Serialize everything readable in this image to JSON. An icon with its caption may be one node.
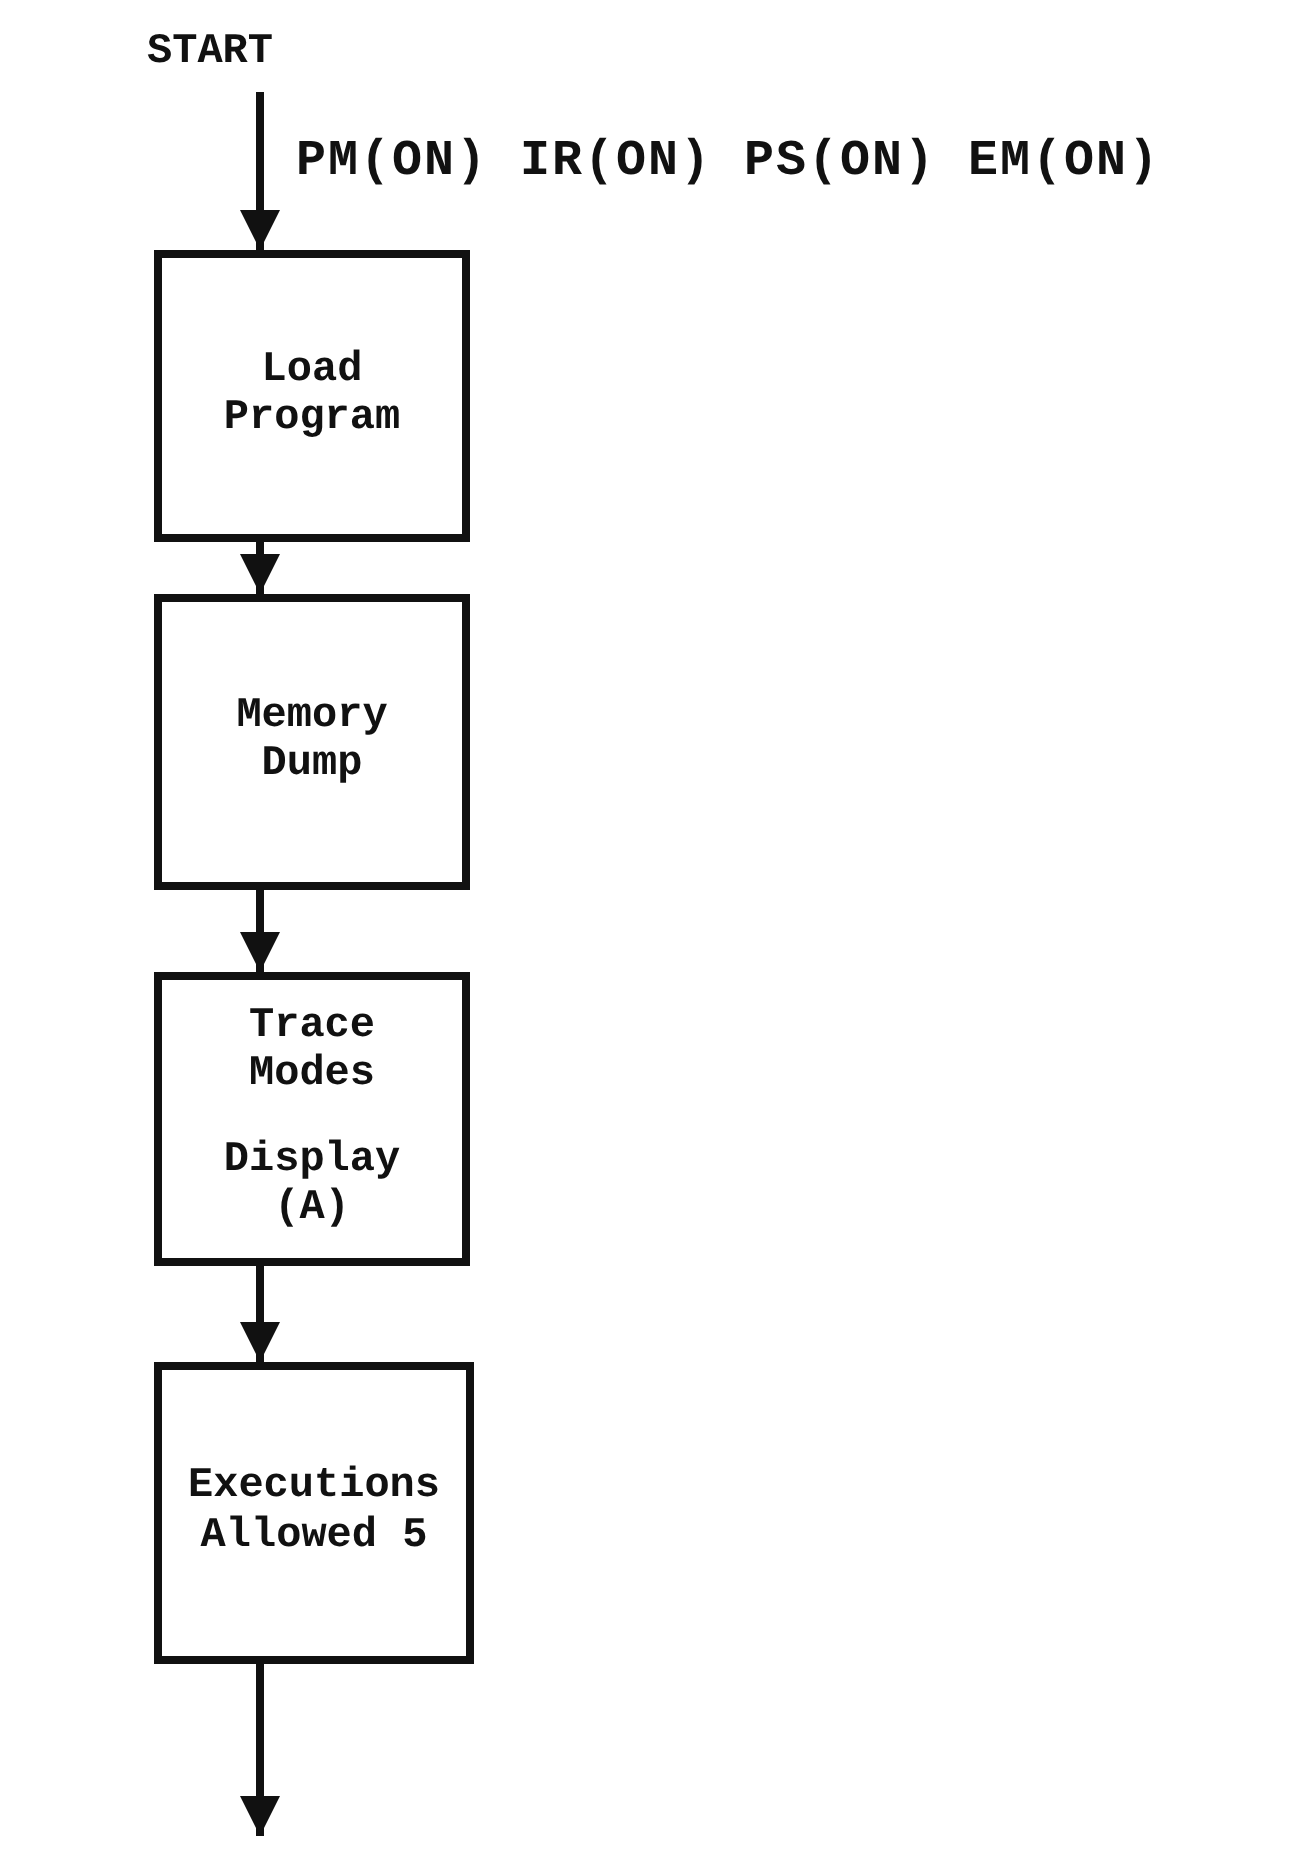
{
  "diagram": {
    "nodes": [
      {
        "text": [
          "START"
        ]
      },
      {
        "text": [
          "Load Program"
        ]
      },
      {
        "text": [
          "Memory Dump"
        ]
      },
      {
        "text": [
          "Trace Modes",
          "Display (A)"
        ]
      },
      {
        "text": [
          "Executions Allowed 5"
        ]
      }
    ],
    "edges": [
      {
        "from": 0,
        "to": 1,
        "arrow": "to",
        "label": "PM(ON) IR(ON) PS(ON) EM(ON)"
      },
      {
        "from": 1,
        "to": 2,
        "arrow": "to"
      },
      {
        "from": 2,
        "to": 3,
        "arrow": "to"
      },
      {
        "from": 3,
        "to": 4,
        "arrow": "to"
      },
      {
        "from": 4,
        "to": null,
        "arrow": "to"
      }
    ]
  }
}
